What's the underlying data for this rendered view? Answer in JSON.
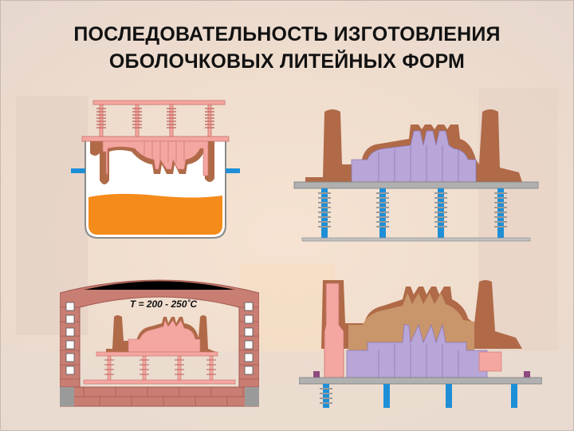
{
  "title": {
    "line1": "ПОСЛЕДОВАТЕЛЬНОСТЬ ИЗГОТОВЛЕНИЯ",
    "line2": "ОБОЛОЧКОВЫХ ЛИТЕЙНЫХ ФОРМ"
  },
  "oven": {
    "temperature_label": "T = 200 - 250˚C"
  },
  "colors": {
    "pattern_pink": "#f4a6a0",
    "shell_brown": "#b06a48",
    "sand_orange": "#f58b1a",
    "core_violet": "#b8a6d8",
    "spring_blue": "#1e8fd6",
    "plate_gray": "#b0b0b0",
    "brick_red": "#c97e74",
    "mold_tan": "#c9956a"
  }
}
